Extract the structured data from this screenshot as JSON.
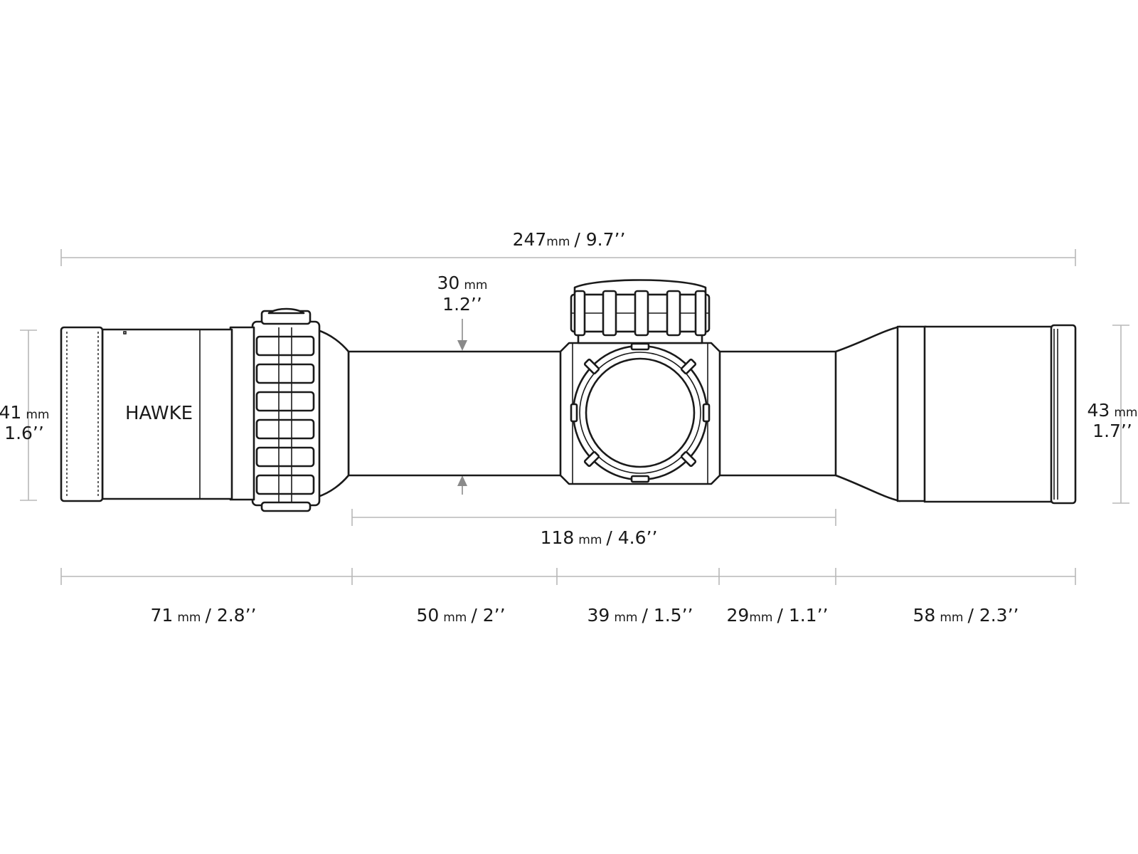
{
  "brand": "HAWKE",
  "colors": {
    "line": "#1a1a1a",
    "dimension": "#b8b8b8",
    "arrow": "#8a8a8a"
  },
  "dimensions": {
    "overall_length": {
      "value": "247",
      "unit": "mm",
      "imperial": "/ 9.7’’"
    },
    "tube_diameter": {
      "value": "30",
      "unit": "mm",
      "imperial": "1.2’’"
    },
    "eyepiece_diameter": {
      "value": "41",
      "unit": "mm",
      "imperial": "1.6’’"
    },
    "objective_diameter": {
      "value": "43",
      "unit": "mm",
      "imperial": "1.7’’"
    },
    "mounting_length": {
      "value": "118",
      "unit": "mm",
      "imperial": "/ 4.6’’"
    },
    "segments": [
      {
        "value": "71",
        "unit": "mm",
        "imperial": "/ 2.8’’"
      },
      {
        "value": "50",
        "unit": "mm",
        "imperial": "/ 2’’"
      },
      {
        "value": "39",
        "unit": "mm",
        "imperial": "/ 1.5’’"
      },
      {
        "value": "29",
        "unit": "mm",
        "imperial": "/ 1.1’’"
      },
      {
        "value": "58",
        "unit": "mm",
        "imperial": "/ 2.3’’"
      }
    ]
  }
}
